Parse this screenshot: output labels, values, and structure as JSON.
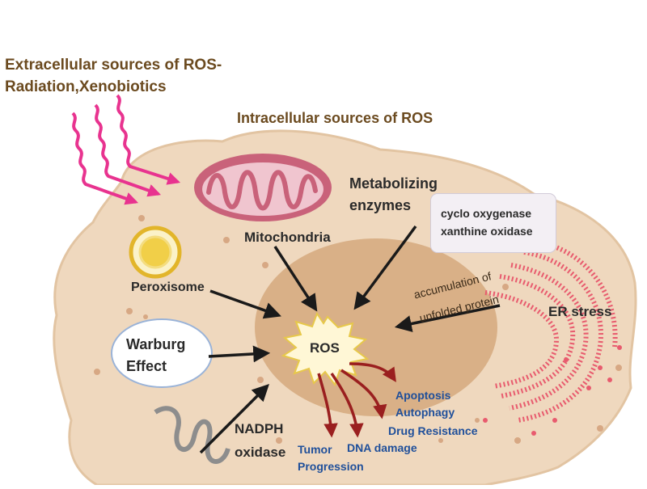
{
  "extracellular": {
    "line1": "Extracellular sources of ROS-",
    "line2": "Radiation,Xenobiotics"
  },
  "intracellular_title": "Intracellular sources of ROS",
  "metabolizing": {
    "line1": "Metabolizing",
    "line2": "enzymes"
  },
  "enzymes_box": {
    "line1": "cyclo oxygenase",
    "line2": "xanthine oxidase"
  },
  "mitochondria_label": "Mitochondria",
  "peroxisome_label": "Peroxisome",
  "warburg": {
    "line1": "Warburg",
    "line2": "Effect"
  },
  "ros_label": "ROS",
  "unfolded": {
    "line1": "accumulation of",
    "line2": "unfolded protein"
  },
  "er_stress_label": "ER stress",
  "nadph": {
    "line1": "NADPH",
    "line2": "oxidase"
  },
  "outcomes": {
    "apoptosis": "Apoptosis",
    "autophagy": "Autophagy",
    "drug_resistance": "Drug Resistance",
    "dna_damage": "DNA damage",
    "tumor": "Tumor",
    "progression": "Progression"
  },
  "colors": {
    "cell_fill": "#efd8be",
    "nucleus_fill": "#d9b087",
    "radiation": "#e8338f",
    "er": "#e85b6e",
    "mito_fill": "#c9627a",
    "outcome_arrow": "#9a1f1f",
    "outcome_text": "#1f4f9a"
  }
}
